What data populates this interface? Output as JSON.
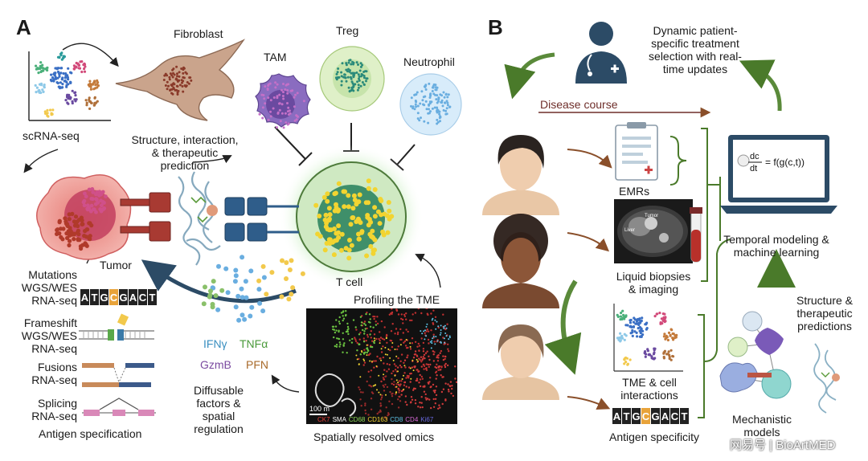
{
  "panel_a": {
    "letter": "A",
    "fibroblast": "Fibroblast",
    "tam": "TAM",
    "treg": "Treg",
    "neutrophil": "Neutrophil",
    "scrna": "scRNA-seq",
    "structure_lines": [
      "Structure, interaction,",
      "& therapeutic",
      "prediction"
    ],
    "tumor": "Tumor",
    "tcell": "T cell",
    "profiling": "Profiling the TME",
    "mutations_lines": [
      "Mutations",
      "WGS/WES",
      "RNA-seq"
    ],
    "frameshift_lines": [
      "Frameshift",
      "WGS/WES",
      "RNA-seq"
    ],
    "fusions_lines": [
      "Fusions",
      "RNA-seq"
    ],
    "splicing_lines": [
      "Splicing",
      "RNA-seq"
    ],
    "antigen_spec": "Antigen specification",
    "ifng": "IFNγ",
    "tnfa": "TNFα",
    "gzmb": "GzmB",
    "pfn": "PFN",
    "diffusable_lines": [
      "Diffusable",
      "factors &",
      "spatial",
      "regulation"
    ],
    "spatial_omics": "Spatially resolved omics",
    "scalebar": "100 m",
    "sequence_letters": [
      "A",
      "T",
      "G",
      "C",
      "G",
      "A",
      "C",
      "T"
    ],
    "stains": [
      {
        "label": "CK7",
        "color": "#e8413a"
      },
      {
        "label": "SMA",
        "color": "#ffffff"
      },
      {
        "label": "CD68",
        "color": "#8fdc5a"
      },
      {
        "label": "CD163",
        "color": "#f2d431"
      },
      {
        "label": "CD8",
        "color": "#5fc4e8"
      },
      {
        "label": "CD4",
        "color": "#d66ad6"
      },
      {
        "label": "Ki67",
        "color": "#6a6ae0"
      }
    ]
  },
  "panel_b": {
    "letter": "B",
    "dynamic_lines": [
      "Dynamic patient-",
      "specific treatment",
      "selection with real-",
      "time updates"
    ],
    "disease_course": "Disease course",
    "emrs": "EMRs",
    "liquid_lines": [
      "Liquid biopsies",
      "& imaging"
    ],
    "tme_lines": [
      "TME & cell",
      "interactions"
    ],
    "antigen_specificity": "Antigen specificity",
    "temporal_lines": [
      "Temporal modeling &",
      "machine learning"
    ],
    "structure_lines": [
      "Structure &",
      "therapeutic",
      "predictions"
    ],
    "mechanistic_lines": [
      "Mechanistic",
      "models"
    ],
    "equation_num": "dc",
    "equation_den": "dt",
    "equation_rhs": "= f(g(c,t))",
    "mri_labels": [
      "Liver",
      "Tumor"
    ],
    "sequence_letters": [
      "A",
      "T",
      "G",
      "C",
      "G",
      "A",
      "C",
      "T"
    ]
  },
  "watermark": "网易号 | BioArtMED",
  "colors": {
    "green_arrow": "#4a7a2a",
    "brown_arrow": "#8a4f2a",
    "navy": "#2c4b66",
    "tumor_red": "#d9534f",
    "tcell_green": "#9ccf6a"
  }
}
